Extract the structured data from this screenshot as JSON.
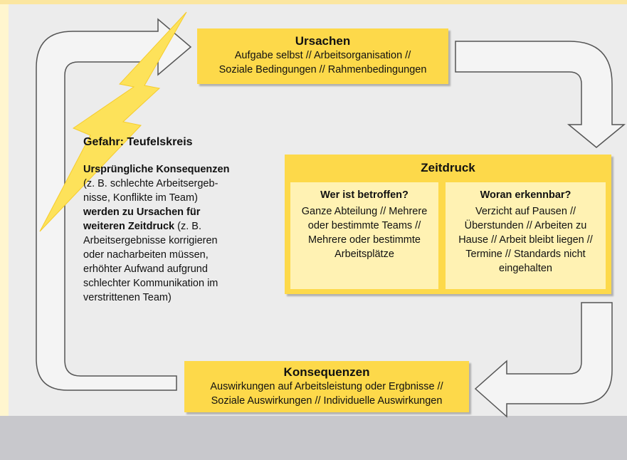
{
  "ursachen": {
    "title": "Ursachen",
    "line1": "Aufgabe selbst // Arbeitsorganisation //",
    "line2": "Soziale Bedingungen // Rahmenbedingungen"
  },
  "zeitdruck": {
    "title": "Zeitdruck",
    "left": {
      "title": "Wer ist betroffen?",
      "lines": [
        "Ganze Abteilung // Mehrere",
        "oder bestimmte Teams //",
        "Mehrere oder bestimmte",
        "Arbeitsplätze"
      ]
    },
    "right": {
      "title": "Woran erkennbar?",
      "lines": [
        "Verzicht auf Pausen //",
        "Überstunden // Arbeiten zu",
        "Hause // Arbeit bleibt liegen //",
        "Termine // Standards nicht",
        "eingehalten"
      ]
    }
  },
  "konsequenzen": {
    "title": "Konsequenzen",
    "line1": "Auswirkungen auf Arbeitsleistung oder Ergbnisse //",
    "line2": "Soziale Auswirkungen // Individuelle Auswirkungen"
  },
  "side": {
    "gefahr": "Gefahr: Teufelskreis",
    "p1": "Ursprüngliche Konsequenzen",
    "p2": "(z. B. schlechte Arbeitsergeb-",
    "p3": "nisse, Konflikte im Team)",
    "p4": "werden zu Ursachen für",
    "p5": "weiteren Zeitdruck",
    "p5b": " (z. B.",
    "p6": "Arbeitsergebnisse korrigieren",
    "p7": "oder nacharbeiten müssen,",
    "p8": "erhöhter Aufwand aufgrund",
    "p9": "schlechter Kommunikation im",
    "p10": "verstrittenen Team)"
  },
  "colors": {
    "box_yellow": "#fdd94a",
    "sub_yellow": "#fff2b3",
    "arrow_fill": "#f4f4f4",
    "arrow_stroke": "#555555",
    "lightning": "#fde25a"
  }
}
